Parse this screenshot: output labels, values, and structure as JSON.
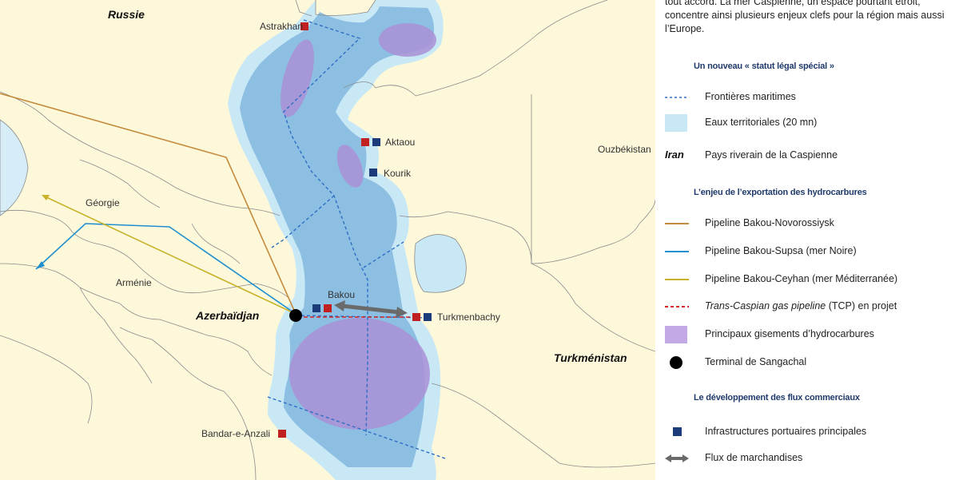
{
  "map": {
    "countries": {
      "russie": "Russie",
      "azerbaidjan": "Azerbaïdjan",
      "turkmenistan": "Turkménistan"
    },
    "regions": {
      "georgie": "Géorgie",
      "armenie": "Arménie",
      "ouzbekistan": "Ouzbékistan"
    },
    "ports": {
      "astrakhan": "Astrakhan",
      "aktaou": "Aktaou",
      "kourik": "Kourik",
      "bakou": "Bakou",
      "turkmenbachy": "Turkmenbachy",
      "bandar": "Bandar-e-Anzali"
    },
    "colors": {
      "land": "#fdf8da",
      "sea_territorial": "#c9e8f6",
      "sea_deep": "#8dbfe3",
      "deposits": "#a98fd6",
      "port_red": "#c0201f",
      "port_blue": "#1b3b7a",
      "pipeline_novorossiysk": "#c68a3c",
      "pipeline_supsa": "#1f8fd0",
      "pipeline_ceyhan": "#c8b22a",
      "tcp": "#d42626",
      "maritime_border": "#2f6fc4",
      "flux": "#6a6a6a"
    }
  },
  "legend": {
    "intro_lines": [
      "tout accord. La mer Caspienne, un espace pourtant étroit,",
      "concentre ainsi plusieurs enjeux clefs pour la région mais aussi",
      "l’Europe."
    ],
    "sections": {
      "statut": "Un nouveau « statut légal spécial »",
      "hydrocarbures": "L’enjeu de l’exportation des hydrocarbures",
      "flux": "Le développement des flux commerciaux"
    },
    "items": {
      "frontieres": "Frontières maritimes",
      "eaux": "Eaux territoriales (20 mn)",
      "iran_symbol": "Iran",
      "riverains": "Pays riverain de la Caspienne",
      "novorossiysk": "Pipeline Bakou-Novorossiysk",
      "supsa": "Pipeline Bakou-Supsa (mer Noire)",
      "ceyhan": "Pipeline Bakou-Ceyhan (mer Méditerranée)",
      "tcp_italic": "Trans-Caspian gas pipeline",
      "tcp_rest": " (TCP) en projet",
      "gisements": "Principaux gisements d’hydrocarbures",
      "terminal": "Terminal de Sangachal",
      "infrastructures": "Infrastructures portuaires principales",
      "marchandises": "Flux de marchandises"
    }
  }
}
